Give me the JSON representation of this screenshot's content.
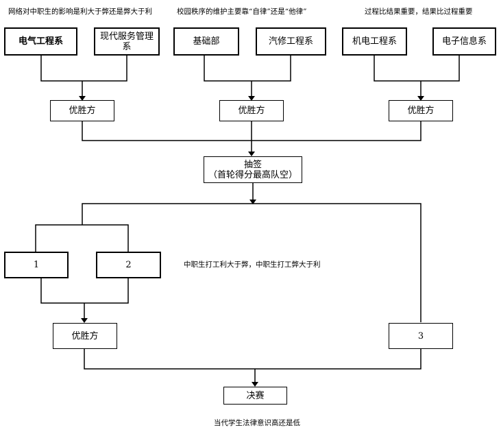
{
  "topics": {
    "group1": "网络对中职生的影响是利大于弊还是弊大于利",
    "group2": "校园秩序的维护主要靠“自律”还是“他律”",
    "group3": "过程比结果重要，结果比过程重要",
    "semifinal": "中职生打工利大于弊，中职生打工弊大于利",
    "final": "当代学生法律意识高还是低"
  },
  "teams": {
    "g1a": "电气工程系",
    "g1b": "现代服务管理系",
    "g2a": "基础部",
    "g2b": "汽修工程系",
    "g3a": "机电工程系",
    "g3b": "电子信息系"
  },
  "winner_label": "优胜方",
  "draw": {
    "line1": "抽签",
    "line2": "（首轮得分最高队空）"
  },
  "slots": {
    "s1": "1",
    "s2": "2",
    "s3": "3"
  },
  "final_label": "决赛"
}
